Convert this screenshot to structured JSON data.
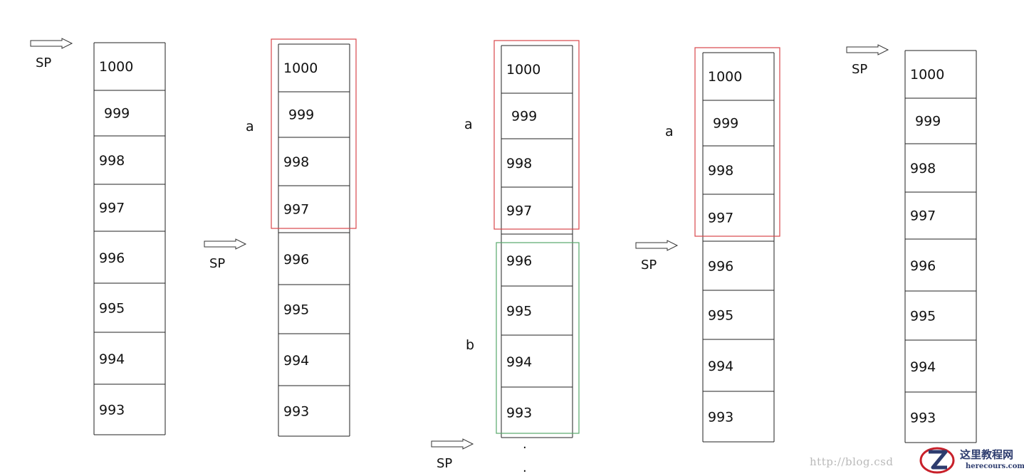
{
  "sp_label": "SP",
  "frame_a_label": "a",
  "frame_b_label": "b",
  "addresses": [
    "1000",
    "999",
    "998",
    "997",
    "996",
    "995",
    "994",
    "993"
  ],
  "continuation_dots": [
    ".",
    "."
  ],
  "frame_a_color": "#d9474b",
  "frame_b_color": "#58a86b",
  "watermark": {
    "url_text": "http://blog.csd",
    "logo_cn": "这里教程网",
    "logo_en": "herecours.com",
    "logo_red": "#c8202a",
    "logo_blue": "#2d3c6e"
  }
}
